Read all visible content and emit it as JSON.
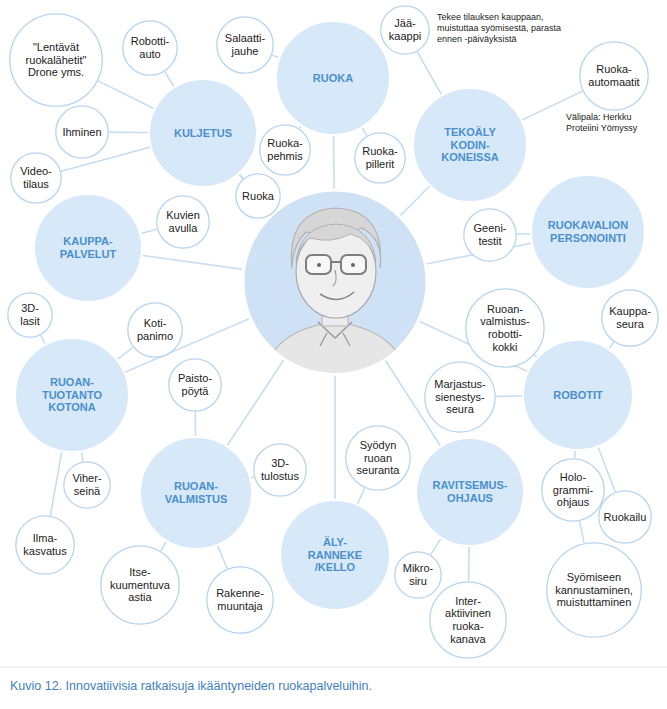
{
  "diagram": {
    "caption": "Kuvio 12. Innovatiivisia ratkaisuja ikääntyneiden ruokapalveluihin.",
    "nodes": [
      {
        "text": [
          "\"Lentävät ruokalähetit\" Drone yms."
        ]
      },
      {
        "text": [
          "Robotti- auto"
        ]
      },
      {
        "text": [
          "Salaatti- jauhe"
        ]
      },
      {
        "text": [
          "RUOKA"
        ]
      },
      {
        "text": [
          "Jää- kaappi"
        ]
      },
      {
        "text": [
          "Ruoka- automaatit"
        ]
      },
      {
        "text": [
          "KULJETUS"
        ]
      },
      {
        "text": [
          "Ihminen"
        ]
      },
      {
        "text": [
          "TEKOÄLY KODIN- KONEISSA"
        ]
      },
      {
        "text": [
          "Ruoka- pehmis"
        ]
      },
      {
        "text": [
          "Video- tilaus"
        ]
      },
      {
        "text": [
          "Ruoka- pillerit"
        ]
      },
      {
        "text": [
          "Ruoka"
        ]
      },
      {
        "text": [
          "Kuvien avulla"
        ]
      },
      {
        "text": [
          "KAUPPA- PALVELUT"
        ]
      },
      {
        "text": [
          "Geeni- testit"
        ]
      },
      {
        "text": [
          "RUOKAVALION PERSONOINTI"
        ]
      },
      {
        "text": [
          "3D- lasit"
        ]
      },
      {
        "text": [
          "Koti- panimo"
        ]
      },
      {
        "text": [
          "Ruoan- valmistus- robotti- kokki"
        ]
      },
      {
        "text": [
          "Kauppa- seura"
        ]
      },
      {
        "text": [
          "Paisto- pöytä"
        ]
      },
      {
        "text": [
          "RUOAN- TUOTANTO KOTONA"
        ]
      },
      {
        "text": [
          "Marjastus- sienestys- seura"
        ]
      },
      {
        "text": [
          "ROBOTIT"
        ]
      },
      {
        "text": [
          "3D- tulostus"
        ]
      },
      {
        "text": [
          "Syödyn ruoan seuranta"
        ]
      },
      {
        "text": [
          "RUOAN- VALMISTUS"
        ]
      },
      {
        "text": [
          "RAVITSEMUS- OHJAUS"
        ]
      },
      {
        "text": [
          "Holo- grammi- ohjaus"
        ]
      },
      {
        "text": [
          "Viher- seinä"
        ]
      },
      {
        "text": [
          "Ruokailu"
        ]
      },
      {
        "text": [
          "ÄLY- RANNEKE /KELLO"
        ]
      },
      {
        "text": [
          "Ilma- kasvatus"
        ]
      },
      {
        "text": [
          "Mikro- siru"
        ]
      },
      {
        "text": [
          "Itse- kuumentuva astia"
        ]
      },
      {
        "text": [
          "Rakenne- muuntaja"
        ]
      },
      {
        "text": [
          "Syömiseen kannustaminen, muistuttaminen"
        ]
      },
      {
        "text": [
          "Inter- aktiivinen ruoka- kanava"
        ]
      }
    ],
    "edges": [
      {
        "from": 0,
        "to": 6,
        "arrow": "none"
      },
      {
        "from": 1,
        "to": 6,
        "arrow": "none"
      },
      {
        "from": 7,
        "to": 6,
        "arrow": "none"
      },
      {
        "from": 10,
        "to": 6,
        "arrow": "none"
      },
      {
        "from": 12,
        "to": 6,
        "arrow": "none"
      },
      {
        "from": 2,
        "to": 3,
        "arrow": "none"
      },
      {
        "from": 9,
        "to": 3,
        "arrow": "none"
      },
      {
        "from": 11,
        "to": 3,
        "arrow": "none"
      },
      {
        "from": 4,
        "to": 8,
        "arrow": "none"
      },
      {
        "from": 5,
        "to": 8,
        "arrow": "none"
      },
      {
        "from": 13,
        "to": 14,
        "arrow": "none"
      },
      {
        "from": 15,
        "to": 16,
        "arrow": "none"
      },
      {
        "from": 17,
        "to": 22,
        "arrow": "none"
      },
      {
        "from": 18,
        "to": 22,
        "arrow": "none"
      },
      {
        "from": 30,
        "to": 22,
        "arrow": "none"
      },
      {
        "from": 33,
        "to": 22,
        "arrow": "none"
      },
      {
        "from": 19,
        "to": 24,
        "arrow": "none"
      },
      {
        "from": 20,
        "to": 24,
        "arrow": "none"
      },
      {
        "from": 23,
        "to": 24,
        "arrow": "none"
      },
      {
        "from": 29,
        "to": 24,
        "arrow": "none"
      },
      {
        "from": 31,
        "to": 24,
        "arrow": "none"
      },
      {
        "from": 37,
        "to": 29,
        "arrow": "none"
      },
      {
        "from": 21,
        "to": 27,
        "arrow": "none"
      },
      {
        "from": 25,
        "to": 27,
        "arrow": "none"
      },
      {
        "from": 35,
        "to": 27,
        "arrow": "none"
      },
      {
        "from": 36,
        "to": 27,
        "arrow": "none"
      },
      {
        "from": 26,
        "to": 32,
        "arrow": "none"
      },
      {
        "from": 34,
        "to": 28,
        "arrow": "none"
      },
      {
        "from": 38,
        "to": 28,
        "arrow": "none"
      }
    ],
    "labels": [
      "Tekee tilauksen kauppaan, muistuttaa syömisestä, parasta ennen -päiväyksistä",
      "Välipala: Herkku Proteiini Yömyssy"
    ]
  }
}
